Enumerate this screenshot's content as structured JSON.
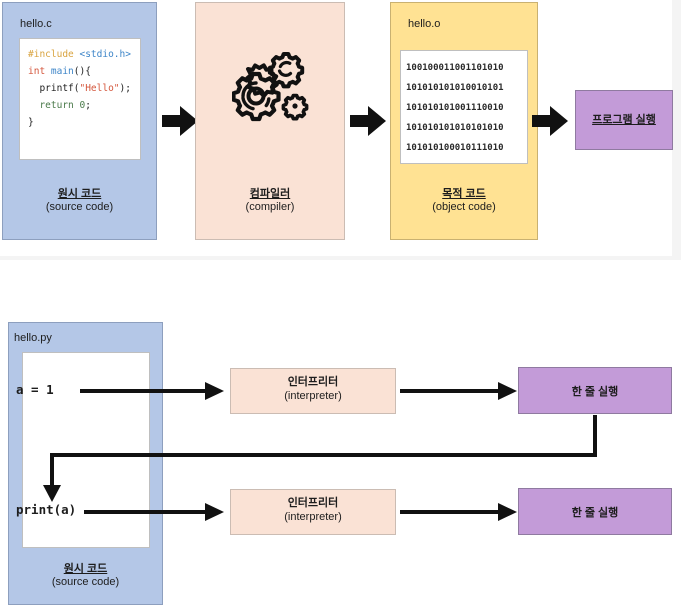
{
  "diagram": {
    "title_top": "compiler-flow",
    "title_bottom": "interpreter-flow"
  },
  "compiler_flow": {
    "source": {
      "filename": "hello.c",
      "label_ko": "원시 코드",
      "label_en": "(source code)",
      "code_lines": [
        {
          "tokens": [
            {
              "t": "#include ",
              "c": "orange"
            },
            {
              "t": "<stdio.h>",
              "c": "blue"
            }
          ]
        },
        {
          "tokens": [
            {
              "t": "int ",
              "c": "red"
            },
            {
              "t": "main",
              "c": "blue"
            },
            {
              "t": "(){",
              "c": "black"
            }
          ]
        },
        {
          "tokens": [
            {
              "t": "  printf(",
              "c": "black"
            },
            {
              "t": "\"Hello\"",
              "c": "red"
            },
            {
              "t": ");",
              "c": "black"
            }
          ]
        },
        {
          "tokens": [
            {
              "t": "  ",
              "c": "black"
            },
            {
              "t": "return ",
              "c": "green"
            },
            {
              "t": "0",
              "c": "green"
            },
            {
              "t": ";",
              "c": "black"
            }
          ]
        },
        {
          "tokens": [
            {
              "t": "}",
              "c": "black"
            }
          ]
        }
      ]
    },
    "compiler": {
      "label_ko": "컴파일러",
      "label_en": "(compiler)",
      "icon": "gears-icon"
    },
    "object": {
      "filename": "hello.o",
      "label_ko": "목적 코드",
      "label_en": "(object code)",
      "binary_lines": [
        "100100011001101010",
        "101010101010010101",
        "101010101001110010",
        "101010101010101010",
        "101010100010111010"
      ]
    },
    "run": {
      "label": "프로그램 실행"
    },
    "arrows": [
      "arrow-source-to-compiler",
      "arrow-compiler-to-object",
      "arrow-object-to-run"
    ]
  },
  "interpreter_flow": {
    "source": {
      "filename": "hello.py",
      "label_ko": "원시 코드",
      "label_en": "(source code)",
      "code_lines": [
        "a = 1",
        "print(a)"
      ]
    },
    "steps": [
      {
        "interpreter_ko": "인터프리터",
        "interpreter_en": "(interpreter)",
        "run_label": "한 줄 실행"
      },
      {
        "interpreter_ko": "인터프리터",
        "interpreter_en": "(interpreter)",
        "run_label": "한 줄 실행"
      }
    ],
    "arrows": [
      "arrow-line1-to-interpreter",
      "arrow-interpreter1-to-run1",
      "arrow-feedback-run1-to-line2",
      "arrow-line2-to-interpreter2",
      "arrow-interpreter2-to-run2"
    ]
  },
  "colors": {
    "source_blue": "#b4c7e7",
    "compiler_peach": "#fae2d5",
    "object_yellow": "#ffe293",
    "run_purple": "#c39bd8",
    "arrow_black": "#111111",
    "panel_gray": "#f4f4f4"
  }
}
